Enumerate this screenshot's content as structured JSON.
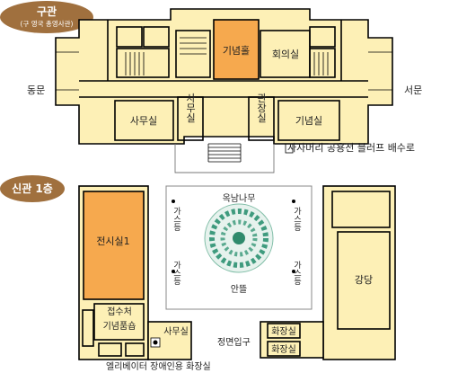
{
  "old_building": {
    "badge_title": "구관",
    "badge_subtitle": "(구 영국 총영사관)",
    "rooms": {
      "memorial_hall": "기념홀",
      "meeting_room": "회의실",
      "office_left": "사무실",
      "office_mid": "사무실",
      "directors_room": "관장실",
      "memorial_room": "기념실"
    },
    "east_gate": "동문",
    "west_gate": "서문",
    "drain_note": "사자머리 공용전 블러프 배수로"
  },
  "new_building": {
    "badge_title": "신관 1층",
    "rooms": {
      "exhibition_room": "전시실1",
      "reception": "접수처",
      "souvenir_shop": "기념품숍",
      "office": "사무실",
      "auditorium": "강당",
      "restroom_1": "화장실",
      "restroom_2": "화장실"
    },
    "courtyard": {
      "tree": "옥남나무",
      "yard": "안뜰",
      "lamp_label": "가스등"
    },
    "main_entrance": "정면입구",
    "elevator_note": "엘리베이터 장애인용 화장실"
  },
  "colors": {
    "room_fill": "#fdf0b6",
    "highlight_fill": "#f6a94e",
    "badge_fill": "#a0703e"
  }
}
